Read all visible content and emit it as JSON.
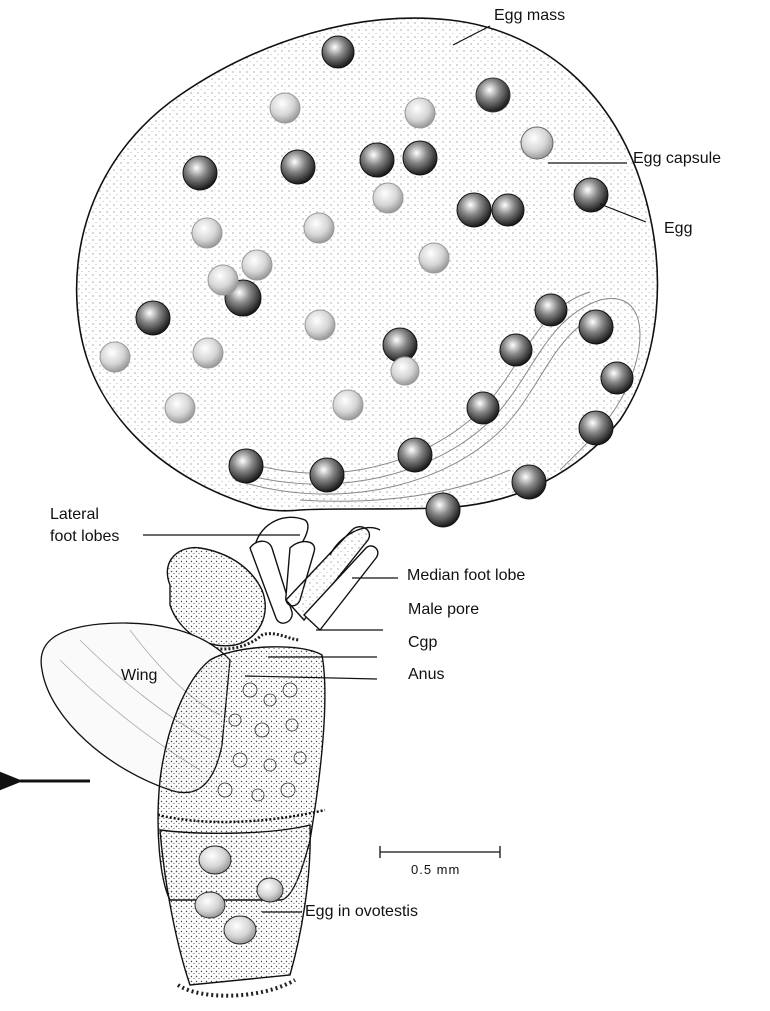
{
  "labels": {
    "egg_mass": "Egg mass",
    "egg_capsule": "Egg capsule",
    "egg": "Egg",
    "lateral_foot_lobes": "Lateral foot lobes",
    "median_foot_lobe": "Median foot lobe",
    "male_pore": "Male pore",
    "cgp": "Cgp",
    "anus": "Anus",
    "wing": "Wing",
    "egg_in_ovotestis": "Egg in ovotestis"
  },
  "scale_bar": {
    "label": "0.5 mm"
  },
  "colors": {
    "ink": "#111111",
    "paper": "#ffffff",
    "stipple": "#555555"
  },
  "direction_arrow": "left-arrow"
}
